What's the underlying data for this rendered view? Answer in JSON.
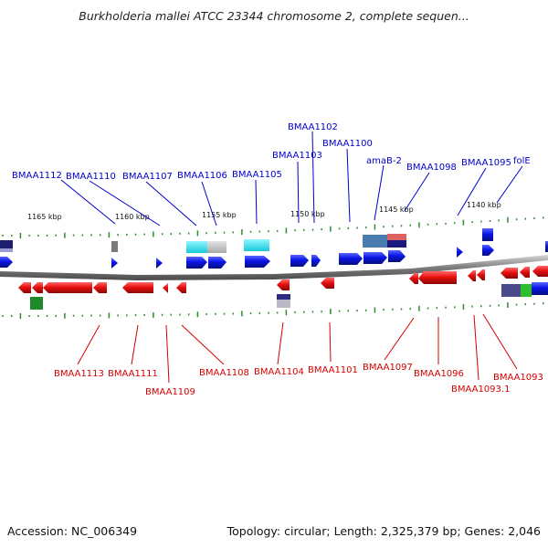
{
  "title": "Burkholderia mallei ATCC 23344 chromosome 2, complete sequen...",
  "footer": {
    "accession": "Accession: NC_006349",
    "info": "Topology: circular; Length: 2,325,379 bp; Genes: 2,046"
  },
  "ruler": {
    "ticks": [
      "1165 kbp",
      "1160 kbp",
      "1155 kbp",
      "1150 kbp",
      "1145 kbp",
      "1140 kbp"
    ]
  },
  "genes_top": [
    "BMAA1112",
    "BMAA1110",
    "BMAA1107",
    "BMAA1106",
    "BMAA1105",
    "BMAA1103",
    "BMAA1102",
    "BMAA1100",
    "amaB-2",
    "BMAA1098",
    "BMAA1095",
    "folE"
  ],
  "genes_bottom": [
    "BMAA1113",
    "BMAA1111",
    "BMAA1109",
    "BMAA1108",
    "BMAA1104",
    "BMAA1101",
    "BMAA1097",
    "BMAA1096",
    "BMAA1093.1",
    "BMAA1093"
  ],
  "colors": {
    "forward": "#0a14e6",
    "reverse": "#e81010",
    "forward_label": "#0000cc",
    "reverse_label": "#d40000",
    "tick": "#2e8b2e",
    "backbone": "#8c8c8c"
  }
}
